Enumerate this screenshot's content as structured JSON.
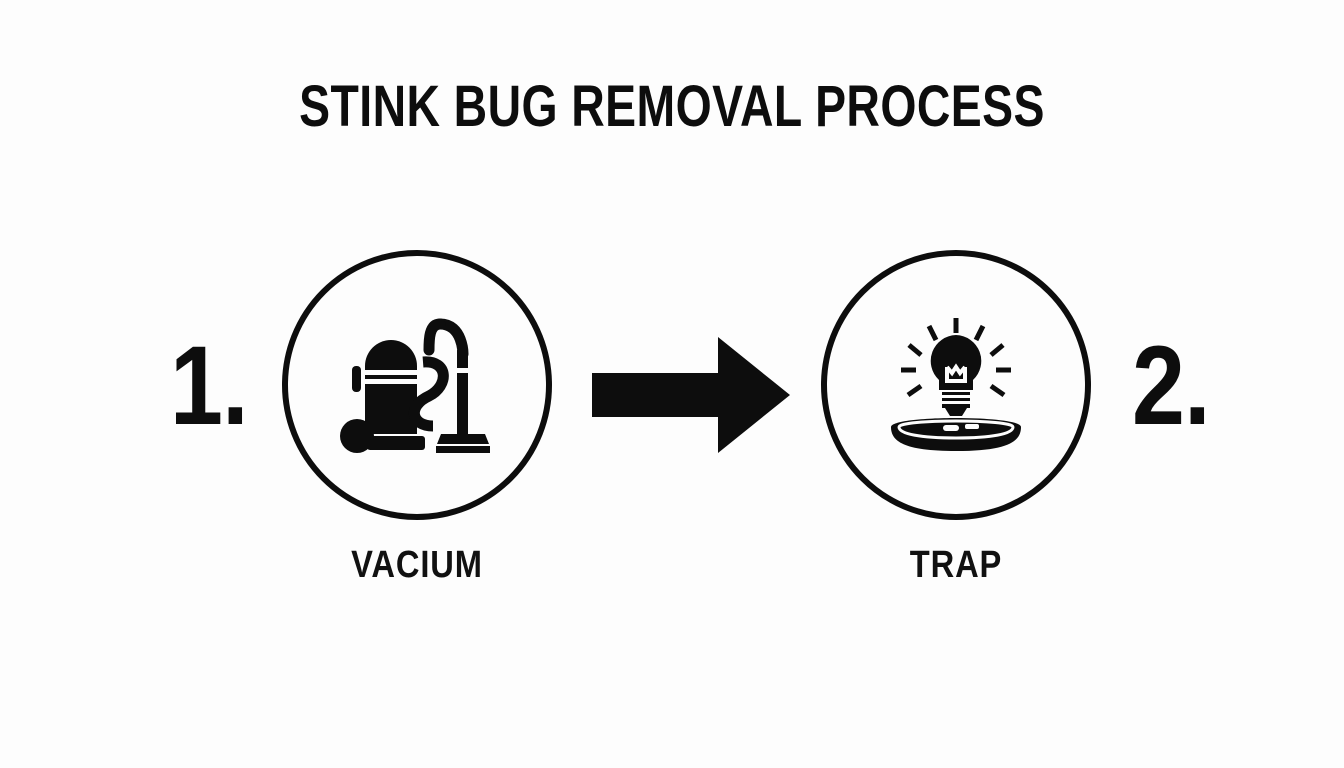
{
  "page": {
    "title": "STINK BUG REMOVAL PROCESS",
    "background_color": "#fdfdfd",
    "ink_color": "#0d0d0d"
  },
  "steps": [
    {
      "number": "1.",
      "label": "VACIUM",
      "icon": "vacuum-cleaner-icon"
    },
    {
      "number": "2.",
      "label": "TRAP",
      "icon": "light-bulb-trap-icon"
    }
  ],
  "connector": {
    "icon": "arrow-right-icon",
    "direction": "right"
  }
}
